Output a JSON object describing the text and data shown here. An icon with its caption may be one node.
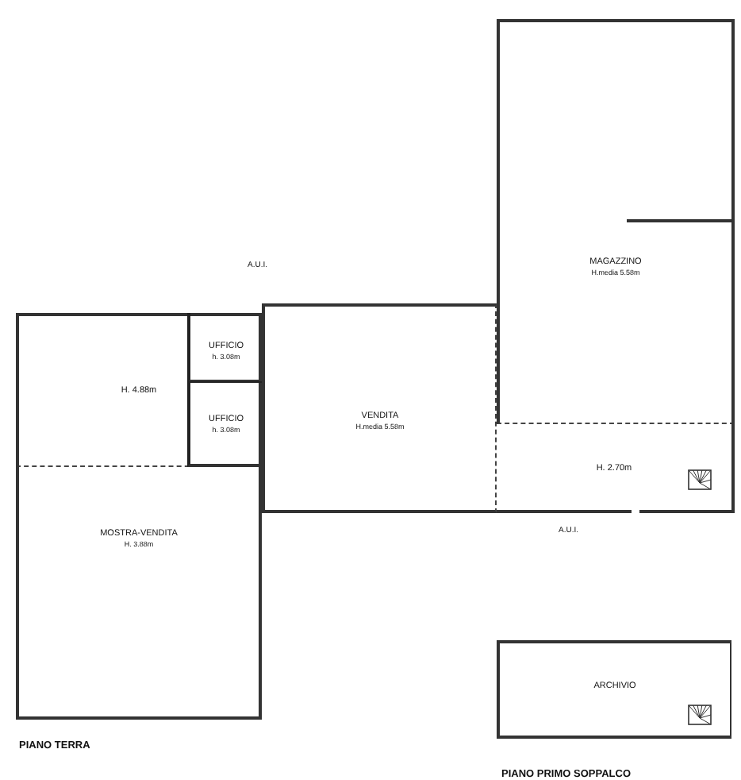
{
  "diagram": {
    "nodes": [
      {
        "text": [
          "H. 4.88m"
        ]
      },
      {
        "text": [
          "UFFICIO",
          "h. 3.08m"
        ],
        "in": 0
      },
      {
        "text": [
          "UFFICIO",
          "h. 3.08m"
        ],
        "in": 0
      },
      {
        "text": [
          "MAGAZZINO",
          "H.media 5.58m"
        ]
      },
      {
        "text": [
          "VENDITA",
          "H.media 5.58m"
        ]
      },
      {
        "text": [
          "H. 2.70m"
        ]
      },
      {
        "text": [
          "MOSTRA-VENDITA",
          "H. 3.88m"
        ]
      },
      {
        "text": [
          "ARCHIVIO"
        ]
      }
    ],
    "edges": [],
    "labels": [
      "A.U.I.",
      "A.U.I.",
      "PIANO TERRA",
      "PIANO PRIMO SOPPALCO"
    ]
  }
}
